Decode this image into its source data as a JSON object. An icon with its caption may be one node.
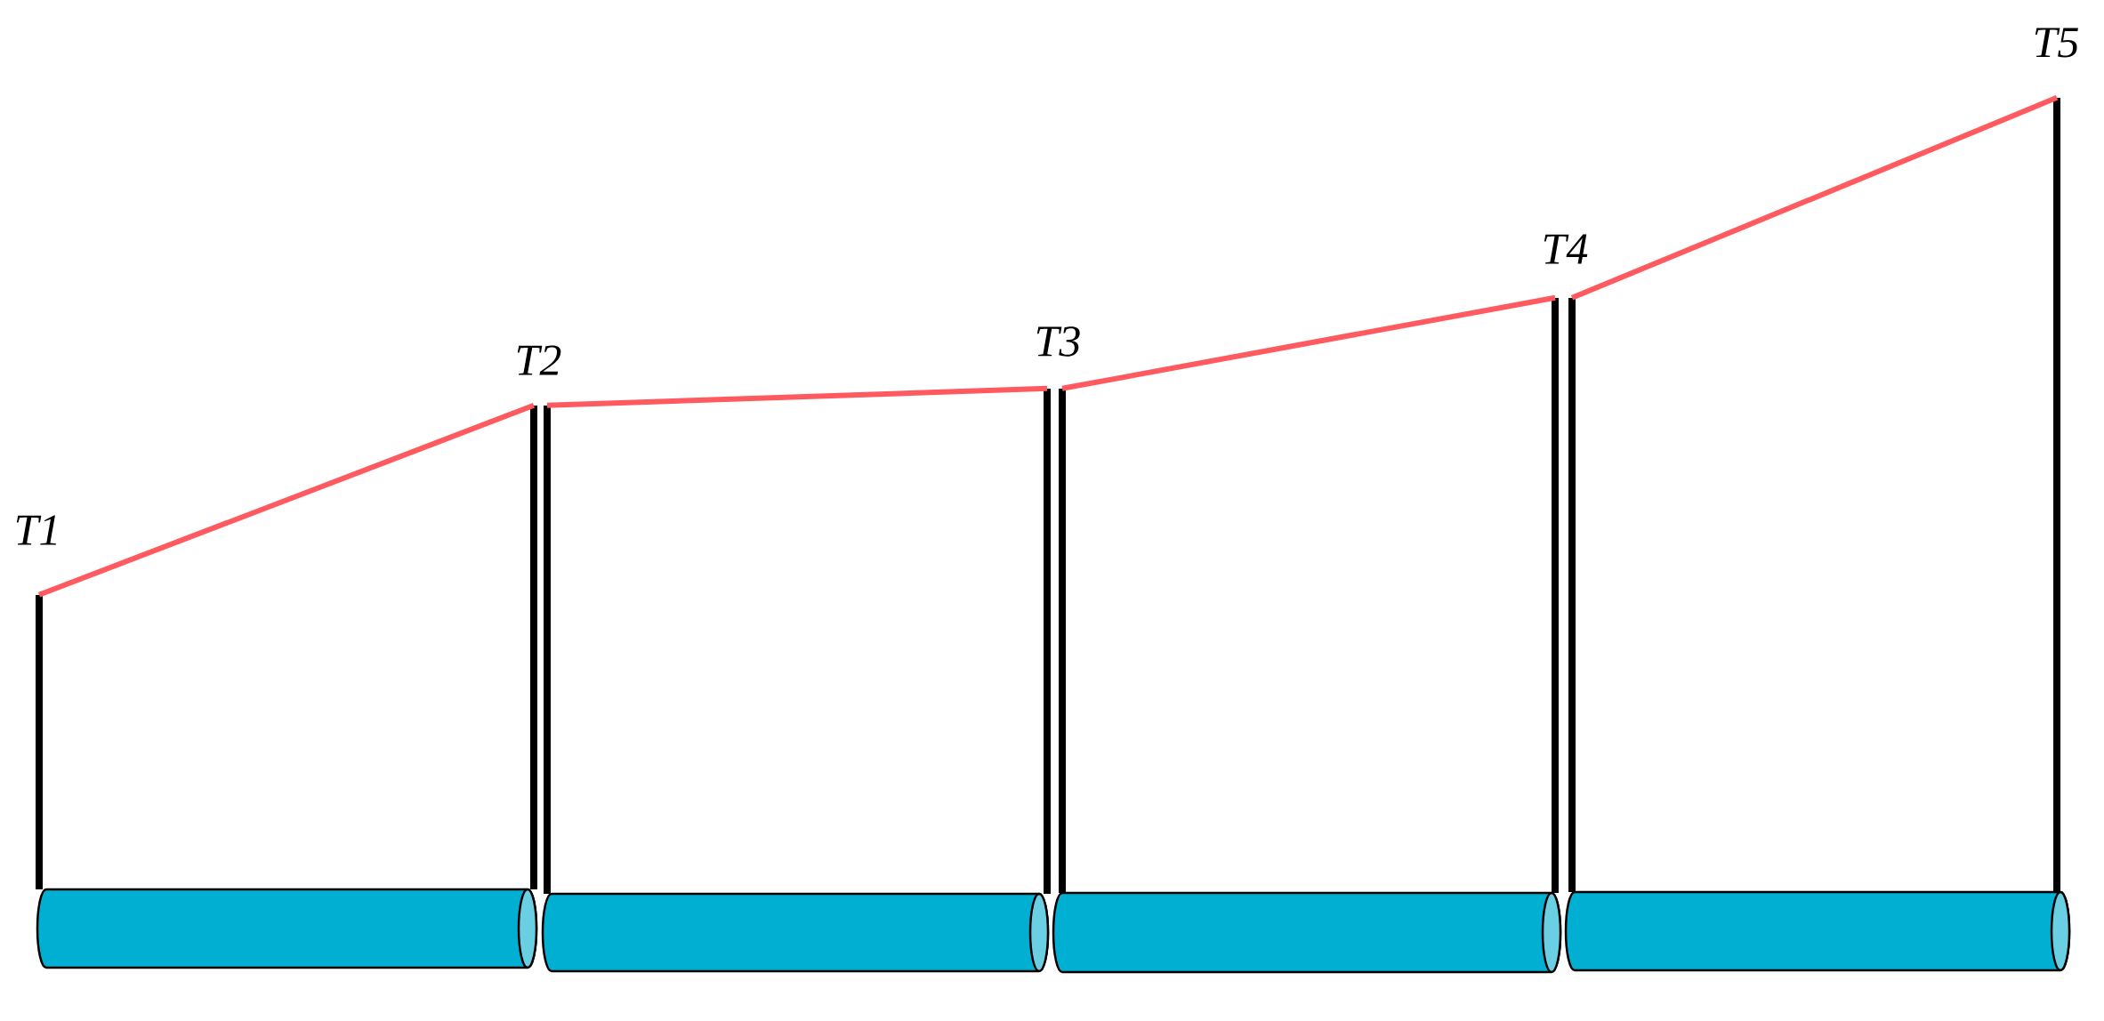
{
  "diagram": {
    "nodes": [
      {
        "text": [],
        "shape": "bar"
      },
      {
        "text": [],
        "shape": "bar"
      },
      {
        "text": [],
        "shape": "bar"
      },
      {
        "text": [],
        "shape": "bar"
      },
      {
        "text": [],
        "shape": "bar"
      },
      {
        "text": [],
        "shape": "bar"
      },
      {
        "text": [],
        "shape": "bar"
      },
      {
        "text": [],
        "shape": "bar"
      },
      {
        "text": [],
        "shape": "cylinder"
      },
      {
        "text": [],
        "shape": "cylinder"
      },
      {
        "text": [],
        "shape": "cylinder"
      },
      {
        "text": [],
        "shape": "cylinder"
      }
    ],
    "edges": [
      {
        "from": 0,
        "to": 1,
        "arrow": "none"
      },
      {
        "from": 2,
        "to": 3,
        "arrow": "none"
      },
      {
        "from": 4,
        "to": 5,
        "arrow": "none"
      },
      {
        "from": 6,
        "to": 7,
        "arrow": "none"
      }
    ],
    "labels": [
      "T1",
      "T2",
      "T3",
      "T4",
      "T5"
    ]
  }
}
